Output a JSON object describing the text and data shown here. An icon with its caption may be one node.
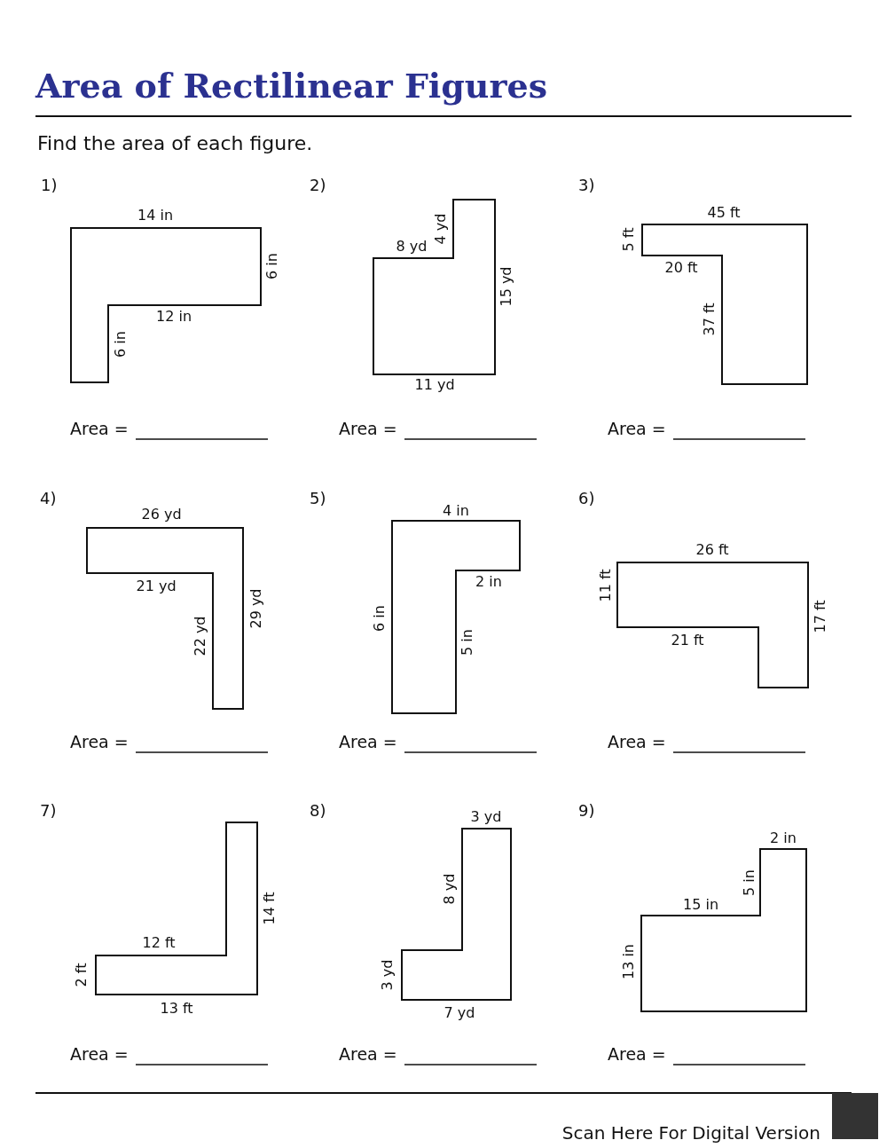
{
  "diagram": {
    "title": "Area of Rectilinear Figures",
    "labels": [
      "Find the area of each figure.",
      "1)",
      "14 in",
      "6 in",
      "12 in",
      "6 in",
      "Area =",
      "2)",
      "4 yd",
      "8 yd",
      "15 yd",
      "11 yd",
      "Area =",
      "3)",
      "5 ft",
      "45 ft",
      "20 ft",
      "37 ft",
      "Area =",
      "4)",
      "26 yd",
      "21 yd",
      "22 yd",
      "29 yd",
      "Area =",
      "5)",
      "4 in",
      "2 in",
      "6 in",
      "5 in",
      "Area =",
      "6)",
      "26 ft",
      "11 ft",
      "21 ft",
      "17 ft",
      "Area =",
      "7)",
      "14 ft",
      "12 ft",
      "2 ft",
      "13 ft",
      "Area =",
      "8)",
      "3 yd",
      "8 yd",
      "3 yd",
      "7 yd",
      "Area =",
      "9)",
      "2 in",
      "5 in",
      "15 in",
      "13 in",
      "Area =",
      "Scan Here For Digital Version"
    ]
  }
}
